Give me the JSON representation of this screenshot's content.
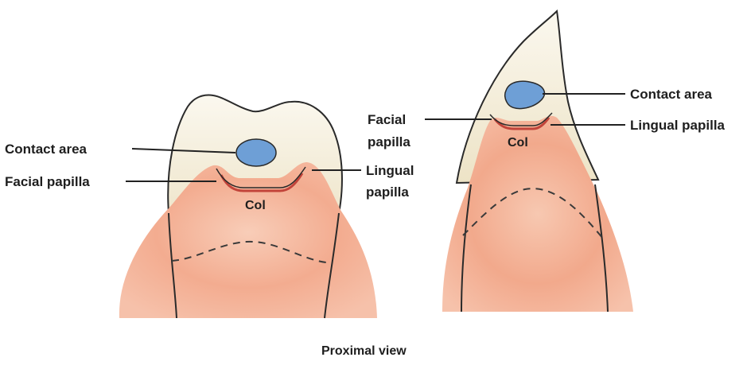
{
  "caption": "Proximal view",
  "left_tooth": {
    "contact_area": "Contact area",
    "facial_papilla": "Facial papilla",
    "lingual_papilla_line1": "Lingual",
    "lingual_papilla_line2": "papilla",
    "col": "Col"
  },
  "right_tooth": {
    "contact_area": "Contact area",
    "facial_papilla_line1": "Facial",
    "facial_papilla_line2": "papilla",
    "lingual_papilla": "Lingual papilla",
    "col": "Col"
  },
  "colors": {
    "enamel": "#f6f1e2",
    "gingiva": "#f2aa8e",
    "gingiva_light": "#f9d7c6",
    "gingiva_deep": "#e98c6c",
    "contact_area": "#6e9fd6",
    "col_line": "#c2443a",
    "outline": "#2a2a2a"
  }
}
